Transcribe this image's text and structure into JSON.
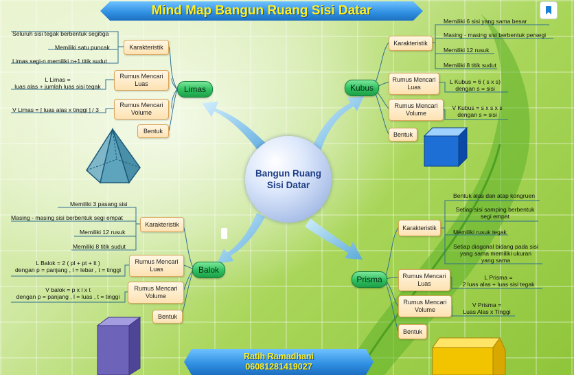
{
  "title": "Mind Map Bangun Ruang Sisi Datar",
  "center": [
    "Bangun Ruang",
    "Sisi Datar"
  ],
  "footer": {
    "name": "Ratih Ramadhani",
    "id": "06081281419027"
  },
  "nodes": {
    "limas": {
      "label": "Limas",
      "karakteristik": "Karakteristik",
      "rumus_luas": [
        "Rumus Mencari",
        "Luas"
      ],
      "rumus_volume": [
        "Rumus Mencari",
        "Volume"
      ],
      "bentuk": "Bentuk",
      "leaf_k1": "Seluruh sisi tegak berbentuk segitiga",
      "leaf_k2": "Memiliki satu puncak",
      "leaf_k3": "Limas segi-n memiliki n+1 titik sudut",
      "leaf_l": [
        "L Limas =",
        "luas alas + jumlah luas sisi tegak"
      ],
      "leaf_v": "V Limas = [ luas alas x tinggi ] / 3"
    },
    "kubus": {
      "label": "Kubus",
      "karakteristik": "Karakteristik",
      "rumus_luas": [
        "Rumus Mencari",
        "Luas"
      ],
      "rumus_volume": [
        "Rumus Mencari",
        "Volume"
      ],
      "bentuk": "Bentuk",
      "leaf_k1": "Memiliki 6 sisi yang sama besar",
      "leaf_k2": "Masing - masing sisi berbentuk persegi",
      "leaf_k3": "Memiliki 12 rusuk",
      "leaf_k4": "Memiliki 8 titik sudut",
      "leaf_l": [
        "L Kubus = 6 ( s x s)",
        "dengan s = sisi"
      ],
      "leaf_v": [
        "V Kubus = s x s x s",
        "dengan s = sisi"
      ]
    },
    "balok": {
      "label": "Balok",
      "karakteristik": "Karakteristik",
      "rumus_luas": [
        "Rumus Mencari",
        "Luas"
      ],
      "rumus_volume": [
        "Rumus Mencari",
        "Volume"
      ],
      "bentuk": "Bentuk",
      "leaf_k1": "Memiliki 3 pasang sisi",
      "leaf_k2": "Masing - masing sisi berbentuk segi empat",
      "leaf_k3": "Memiliki 12 rusuk",
      "leaf_k4": "Memiliki 8 titik sudut",
      "leaf_l": [
        "L Balok = 2 ( pl + pt + lt )",
        "dengan p = panjang , l = lebar , t = tinggi"
      ],
      "leaf_v": [
        "V balok = p x l x t",
        "dengan p = panjang , l = luas , t = tinggi"
      ]
    },
    "prisma": {
      "label": "Prisma",
      "karakteristik": "Karakteristik",
      "rumus_luas": [
        "Rumus Mencari",
        "Luas"
      ],
      "rumus_volume": [
        "Rumus Mencari",
        "Volume"
      ],
      "bentuk": "Bentuk",
      "leaf_k1": "Bentuk alas dan atap kongruen",
      "leaf_k2": [
        "Setiap sisi samping berbentuk",
        "segi empat"
      ],
      "leaf_k3": "Memiliki rusuk tegak",
      "leaf_k4": [
        "Setiap diagonal bidang pada sisi",
        "yang sama memiliki ukuran",
        "yang sama"
      ],
      "leaf_l": [
        "L Prisma =",
        "2 luas alas +  luas sisi tegak"
      ],
      "leaf_v": [
        "V Prisma =",
        "Luas Alas x Tinggi"
      ]
    }
  },
  "colors": {
    "banner": "#2e8ee0",
    "banner_text": "#ffee22",
    "main_node": "#2fbf5f",
    "sub_node": "#fde2b3",
    "line": "#2f6f8f",
    "arrow": "#7cc3ee"
  },
  "icons": {
    "bookmark": "bookmark-icon",
    "pyramid": "pyramid-icon",
    "cube": "cube-icon",
    "cuboid": "cuboid-icon",
    "prism": "prism-icon"
  }
}
